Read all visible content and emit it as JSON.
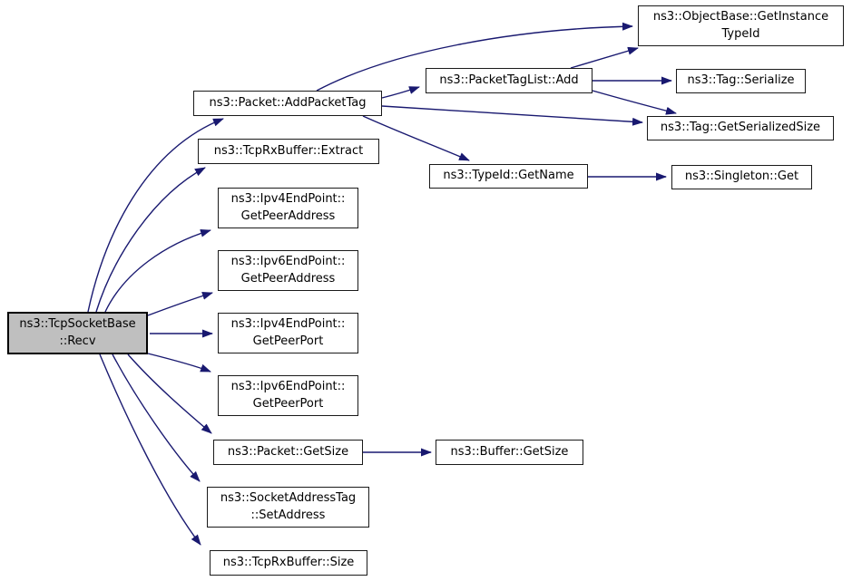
{
  "diagram": {
    "type": "call-graph",
    "style": "doxygen",
    "colors": {
      "edge": "#191970",
      "node_border": "#1a1a1a",
      "node_fill": "#ffffff",
      "highlight_node_fill": "#bfbfbf",
      "background": "#ffffff"
    },
    "nodes": {
      "recv": {
        "label1": "ns3::TcpSocketBase",
        "label2": "::Recv"
      },
      "add_packet_tag": {
        "label1": "ns3::Packet::AddPacketTag"
      },
      "extract": {
        "label1": "ns3::TcpRxBuffer::Extract"
      },
      "ipv4_get_peer_address": {
        "label1": "ns3::Ipv4EndPoint::",
        "label2": "GetPeerAddress"
      },
      "ipv6_get_peer_address": {
        "label1": "ns3::Ipv6EndPoint::",
        "label2": "GetPeerAddress"
      },
      "ipv4_get_peer_port": {
        "label1": "ns3::Ipv4EndPoint::",
        "label2": "GetPeerPort"
      },
      "ipv6_get_peer_port": {
        "label1": "ns3::Ipv6EndPoint::",
        "label2": "GetPeerPort"
      },
      "packet_get_size": {
        "label1": "ns3::Packet::GetSize"
      },
      "set_address": {
        "label1": "ns3::SocketAddressTag",
        "label2": "::SetAddress"
      },
      "rx_buffer_size": {
        "label1": "ns3::TcpRxBuffer::Size"
      },
      "tag_list_add": {
        "label1": "ns3::PacketTagList::Add"
      },
      "get_instance_type_id": {
        "label1": "ns3::ObjectBase::GetInstance",
        "label2": "TypeId"
      },
      "tag_serialize": {
        "label1": "ns3::Tag::Serialize"
      },
      "tag_get_serialized_size": {
        "label1": "ns3::Tag::GetSerializedSize"
      },
      "type_id_get_name": {
        "label1": "ns3::TypeId::GetName"
      },
      "singleton_get": {
        "label1": "ns3::Singleton::Get"
      },
      "buffer_get_size": {
        "label1": "ns3::Buffer::GetSize"
      }
    },
    "edges": [
      {
        "from": "ns3::TcpSocketBase::Recv",
        "to": "ns3::Packet::AddPacketTag"
      },
      {
        "from": "ns3::TcpSocketBase::Recv",
        "to": "ns3::TcpRxBuffer::Extract"
      },
      {
        "from": "ns3::TcpSocketBase::Recv",
        "to": "ns3::Ipv4EndPoint::GetPeerAddress"
      },
      {
        "from": "ns3::TcpSocketBase::Recv",
        "to": "ns3::Ipv6EndPoint::GetPeerAddress"
      },
      {
        "from": "ns3::TcpSocketBase::Recv",
        "to": "ns3::Ipv4EndPoint::GetPeerPort"
      },
      {
        "from": "ns3::TcpSocketBase::Recv",
        "to": "ns3::Ipv6EndPoint::GetPeerPort"
      },
      {
        "from": "ns3::TcpSocketBase::Recv",
        "to": "ns3::Packet::GetSize"
      },
      {
        "from": "ns3::TcpSocketBase::Recv",
        "to": "ns3::SocketAddressTag::SetAddress"
      },
      {
        "from": "ns3::TcpSocketBase::Recv",
        "to": "ns3::TcpRxBuffer::Size"
      },
      {
        "from": "ns3::Packet::AddPacketTag",
        "to": "ns3::ObjectBase::GetInstanceTypeId"
      },
      {
        "from": "ns3::Packet::AddPacketTag",
        "to": "ns3::PacketTagList::Add"
      },
      {
        "from": "ns3::Packet::AddPacketTag",
        "to": "ns3::Tag::GetSerializedSize"
      },
      {
        "from": "ns3::Packet::AddPacketTag",
        "to": "ns3::TypeId::GetName"
      },
      {
        "from": "ns3::PacketTagList::Add",
        "to": "ns3::ObjectBase::GetInstanceTypeId"
      },
      {
        "from": "ns3::PacketTagList::Add",
        "to": "ns3::Tag::Serialize"
      },
      {
        "from": "ns3::PacketTagList::Add",
        "to": "ns3::Tag::GetSerializedSize"
      },
      {
        "from": "ns3::TypeId::GetName",
        "to": "ns3::Singleton::Get"
      },
      {
        "from": "ns3::Packet::GetSize",
        "to": "ns3::Buffer::GetSize"
      }
    ]
  }
}
